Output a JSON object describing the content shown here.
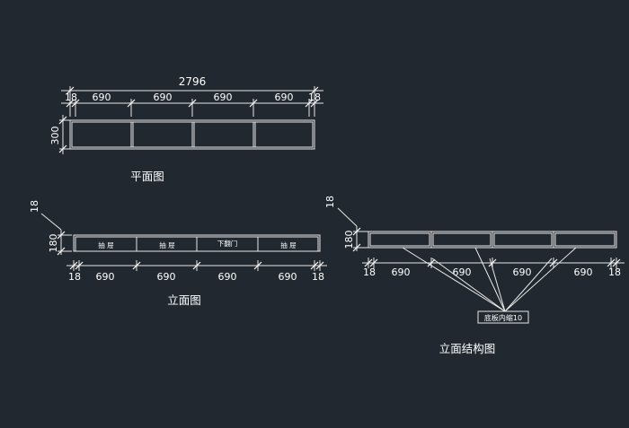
{
  "plan_view": {
    "title": "平面图",
    "total_width": "2796",
    "depth": "300",
    "segments": [
      "18",
      "690",
      "690",
      "690",
      "690",
      "18"
    ]
  },
  "elevation_view": {
    "title": "立面图",
    "top_thickness": "18",
    "height": "180",
    "segments": [
      "18",
      "690",
      "690",
      "690",
      "690",
      "18"
    ],
    "door_labels": [
      "抽 屉",
      "抽 屉",
      "下翻门",
      "抽 屉"
    ]
  },
  "structure_view": {
    "title": "立面结构图",
    "top_thickness": "18",
    "height": "180",
    "segments": [
      "18",
      "690",
      "690",
      "690",
      "690",
      "18"
    ],
    "callout": "底板内缩10"
  },
  "colors": {
    "background": "#212830",
    "lines": "#e8e8e8",
    "text": "#ffffff"
  }
}
